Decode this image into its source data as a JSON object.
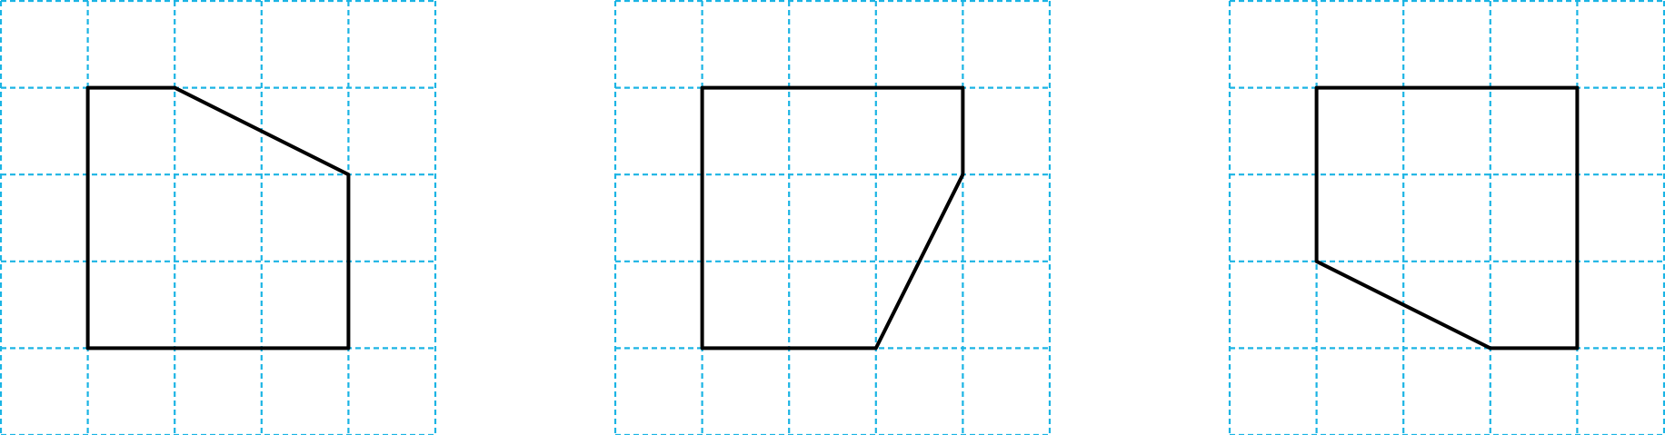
{
  "colors": {
    "grid": "#1bb4e4",
    "outline": "#000000",
    "background": "#ffffff"
  },
  "grid": {
    "columns": 5,
    "rows": 5,
    "line_style": "dashed"
  },
  "panels": [
    {
      "name": "panel-1",
      "polygon": [
        [
          1,
          1
        ],
        [
          2,
          1
        ],
        [
          4,
          2
        ],
        [
          4,
          4
        ],
        [
          1,
          4
        ]
      ]
    },
    {
      "name": "panel-2",
      "polygon": [
        [
          1,
          1
        ],
        [
          4,
          1
        ],
        [
          4,
          2
        ],
        [
          3,
          4
        ],
        [
          1,
          4
        ]
      ]
    },
    {
      "name": "panel-3",
      "polygon": [
        [
          1,
          1
        ],
        [
          4,
          1
        ],
        [
          4,
          4
        ],
        [
          3,
          4
        ],
        [
          1,
          3
        ]
      ]
    }
  ]
}
